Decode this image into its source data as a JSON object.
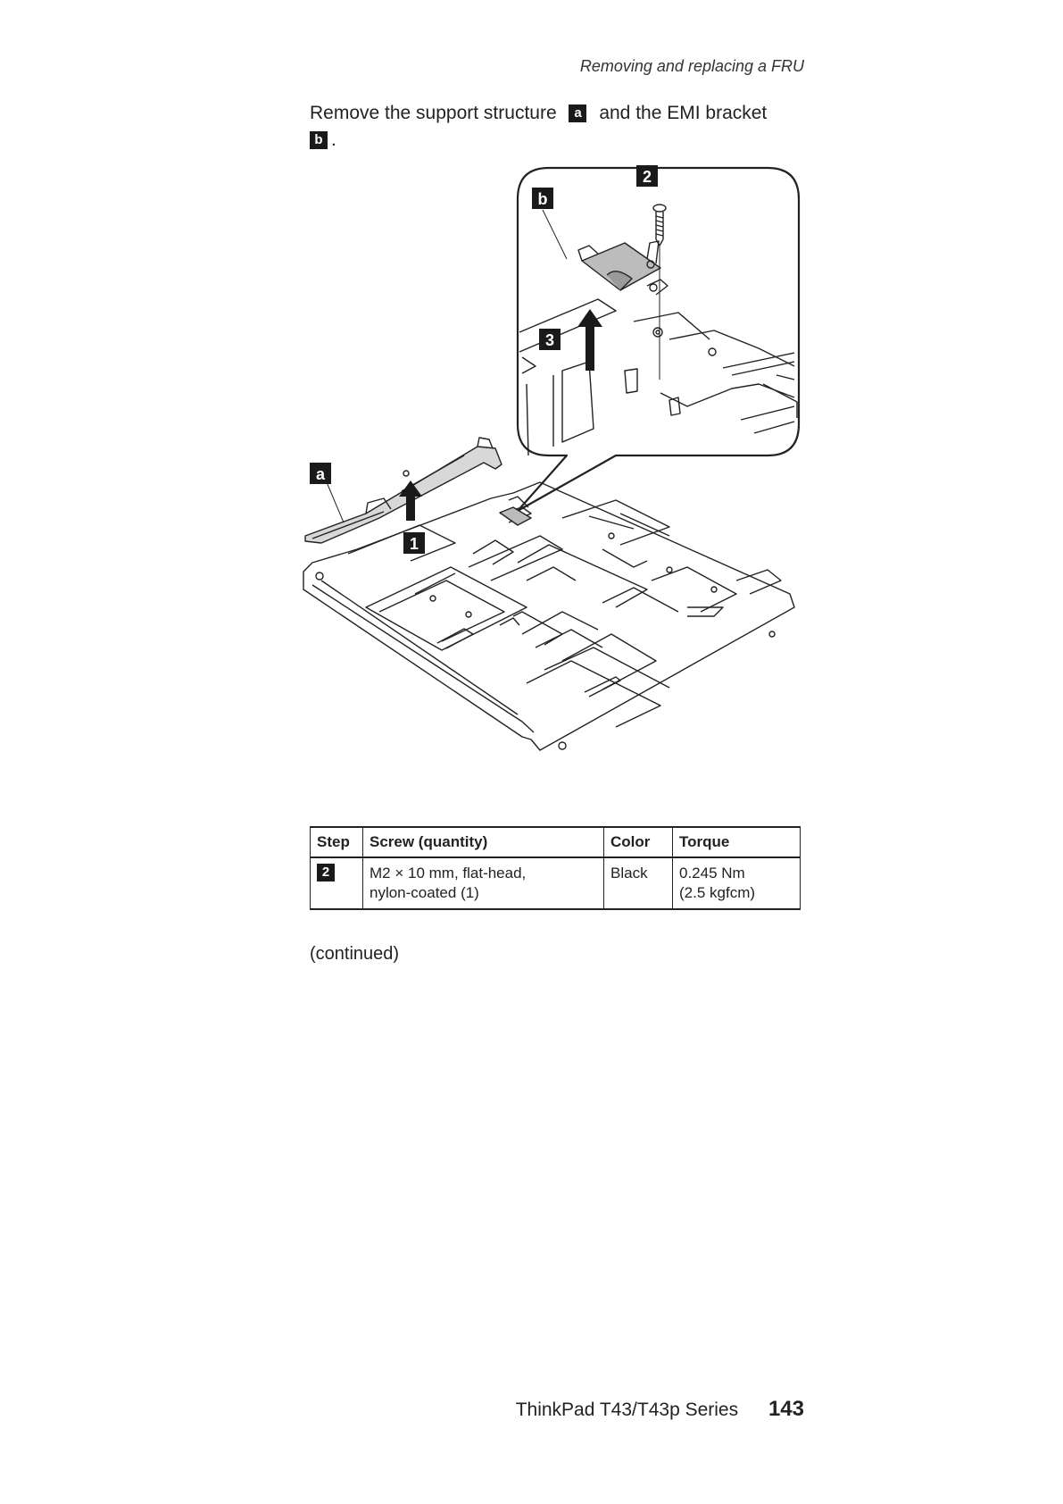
{
  "header": {
    "running_head": "Removing and replacing a FRU"
  },
  "instruction": {
    "text_1": "Remove the support structure",
    "callout_a": "a",
    "text_2": "and the EMI bracket",
    "callout_b": "b",
    "text_3": "."
  },
  "figure": {
    "callouts": {
      "a": "a",
      "b": "b",
      "one": "1",
      "two": "2",
      "three": "3"
    }
  },
  "table": {
    "headers": [
      "Step",
      "Screw (quantity)",
      "Color",
      "Torque"
    ],
    "rows": [
      {
        "step": "2",
        "screw_line1": "M2 × 10 mm, flat-head,",
        "screw_line2": "nylon-coated (1)",
        "color": "Black",
        "torque_line1": "0.245 Nm",
        "torque_line2": "(2.5 kgfcm)"
      }
    ]
  },
  "continued": "(continued)",
  "footer": {
    "series": "ThinkPad T43/T43p Series",
    "page_number": "143"
  }
}
